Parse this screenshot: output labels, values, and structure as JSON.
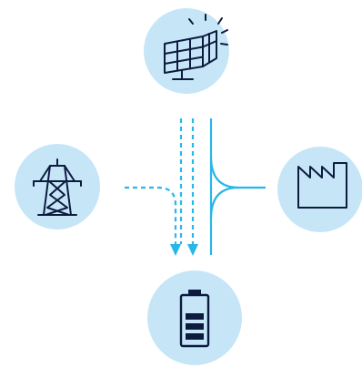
{
  "diagram": {
    "description_nodes": [
      {
        "id": "solar",
        "icon": "solar-panel-icon"
      },
      {
        "id": "grid",
        "icon": "power-tower-icon"
      },
      {
        "id": "factory",
        "icon": "factory-icon"
      },
      {
        "id": "battery",
        "icon": "battery-icon"
      }
    ],
    "colors": {
      "circle_fill": "#c6e6f8",
      "icon_stroke": "#0d1b3e",
      "flow": "#29b6e8"
    }
  }
}
